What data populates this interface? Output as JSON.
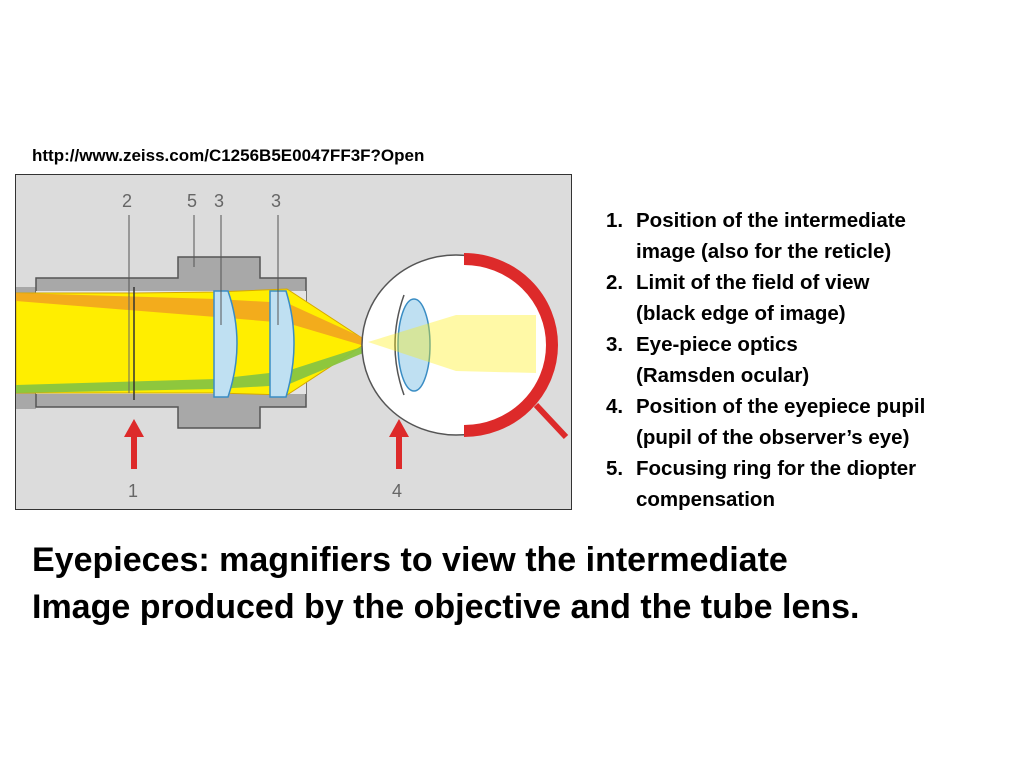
{
  "source_url": "http://www.zeiss.com/C1256B5E0047FF3F?Open",
  "diagram": {
    "labels": [
      "2",
      "5",
      "3",
      "3",
      "1",
      "4"
    ]
  },
  "legend": [
    {
      "number": "1.",
      "lines": [
        "Position of the intermediate",
        "image (also for the reticle)"
      ]
    },
    {
      "number": "2.",
      "lines": [
        "Limit of the field of view",
        "(black edge of image)"
      ]
    },
    {
      "number": "3.",
      "lines": [
        "Eye-piece optics",
        "(Ramsden ocular)"
      ]
    },
    {
      "number": "4.",
      "lines": [
        "Position of the eyepiece pupil",
        "(pupil of the observer’s eye)"
      ]
    },
    {
      "number": "5.",
      "lines": [
        "Focusing ring for the diopter",
        "compensation"
      ]
    }
  ],
  "caption": {
    "line1": "Eyepieces: magnifiers to view the intermediate",
    "line2": "Image produced by the objective and the tube lens."
  },
  "colors": {
    "background": "#dcdcdc",
    "tube": "#a8a8a8",
    "light_yellow": "#ffee00",
    "light_orange": "#f2a81e",
    "light_green": "#88c440",
    "lens_blue": "#bfe0f2",
    "retina_red": "#dd2a2a",
    "arrow_red": "#dd2a2a"
  }
}
